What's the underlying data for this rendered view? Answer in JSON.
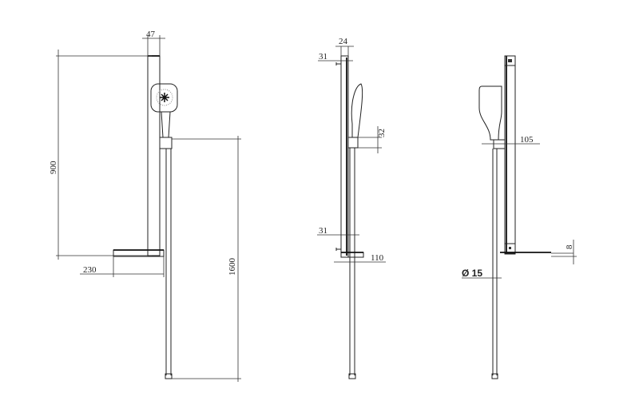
{
  "dimensions": {
    "front": {
      "bar_width": "47",
      "height": "900",
      "shelf_width": "230",
      "hose_length": "1600"
    },
    "side": {
      "bar_depth": "24",
      "top_bracket": "31",
      "holder": "32",
      "bottom_bracket": "31",
      "shelf_depth": "110"
    },
    "back": {
      "holder_projection": "105",
      "shelf_thickness": "8",
      "hose_diameter": "Ø 15"
    }
  }
}
